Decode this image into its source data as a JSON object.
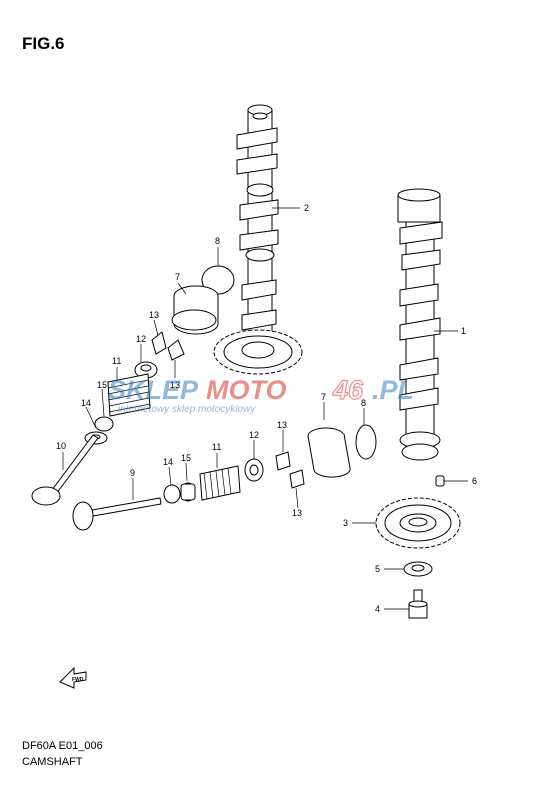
{
  "figure": {
    "title": "FIG.6",
    "code": "DF60A E01_006",
    "name": "CAMSHAFT"
  },
  "watermark": {
    "brand_prefix": "SKLEP",
    "brand_mid": "MOTO",
    "brand_num": "46",
    "brand_suffix": ".PL",
    "tagline": "internetowy sklep motocyklowy",
    "color_main": "#3a7fc1",
    "color_accent": "#d9342b"
  },
  "fwd_label": "FWD",
  "callouts": [
    {
      "id": "c1",
      "text": "1"
    },
    {
      "id": "c2",
      "text": "2"
    },
    {
      "id": "c3",
      "text": "3"
    },
    {
      "id": "c4",
      "text": "4"
    },
    {
      "id": "c5",
      "text": "5"
    },
    {
      "id": "c6",
      "text": "6"
    },
    {
      "id": "c7a",
      "text": "7"
    },
    {
      "id": "c7b",
      "text": "7"
    },
    {
      "id": "c8a",
      "text": "8"
    },
    {
      "id": "c8b",
      "text": "8"
    },
    {
      "id": "c9",
      "text": "9"
    },
    {
      "id": "c10",
      "text": "10"
    },
    {
      "id": "c11a",
      "text": "11"
    },
    {
      "id": "c11b",
      "text": "11"
    },
    {
      "id": "c12a",
      "text": "12"
    },
    {
      "id": "c12b",
      "text": "12"
    },
    {
      "id": "c13a",
      "text": "13"
    },
    {
      "id": "c13b",
      "text": "13"
    },
    {
      "id": "c13c",
      "text": "13"
    },
    {
      "id": "c13d",
      "text": "13"
    },
    {
      "id": "c14a",
      "text": "14"
    },
    {
      "id": "c14b",
      "text": "14"
    },
    {
      "id": "c15a",
      "text": "15"
    },
    {
      "id": "c15b",
      "text": "15"
    }
  ]
}
